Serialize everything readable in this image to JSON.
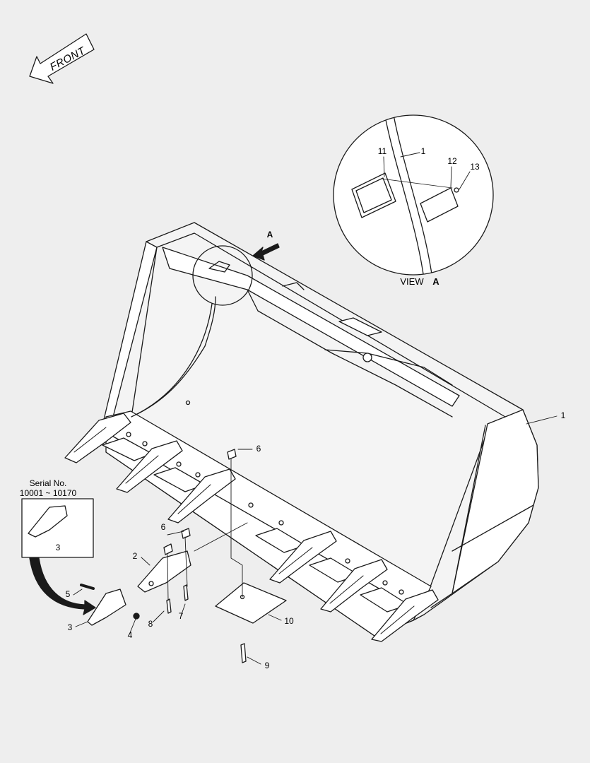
{
  "front_arrow": {
    "label": "FRONT"
  },
  "view_a": {
    "view_label": "VIEW",
    "view_letter": "A",
    "arrow_letter": "A"
  },
  "serial_box": {
    "title": "Serial No.",
    "range": "10001 ~ 10170",
    "part": "3"
  },
  "callouts": {
    "bucket_main": "1",
    "bucket_detail": "1",
    "adapter": "2",
    "tooth": "3",
    "washer": "4",
    "pin": "5",
    "nut_adapter": "6",
    "nut_edge": "6",
    "bolt_7": "7",
    "bolt_8": "8",
    "bolt_9": "9",
    "wear_plate": "10",
    "plate_11": "11",
    "plate_12": "12",
    "screw_13": "13"
  },
  "colors": {
    "line": "#1a1a1a",
    "background": "#eeeeee",
    "fill": "#ffffff"
  }
}
